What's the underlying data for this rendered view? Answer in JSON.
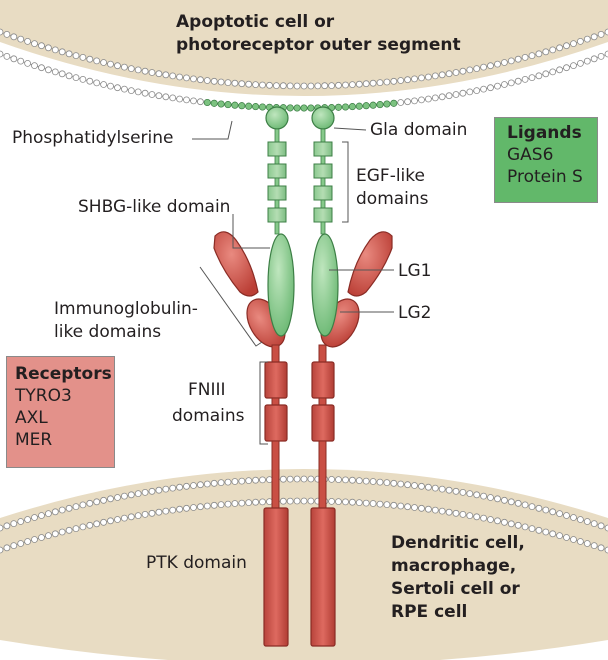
{
  "top_cell": {
    "line1": "Apoptotic cell or",
    "line2": "photoreceptor outer segment"
  },
  "bottom_cell": {
    "line1": "Dendritic cell,",
    "line2": "macrophage,",
    "line3": "Sertoli cell or",
    "line4": "RPE cell"
  },
  "labels": {
    "phosphatidylserine": "Phosphatidylserine",
    "gla_domain": "Gla domain",
    "egf_like_1": "EGF-like",
    "egf_like_2": "domains",
    "shbg": "SHBG-like domain",
    "lg1": "LG1",
    "lg2": "LG2",
    "ig_1": "Immunoglobulin-",
    "ig_2": "like domains",
    "fniii_1": "FNIII",
    "fniii_2": "domains",
    "ptk": "PTK domain"
  },
  "ligands_box": {
    "title": "Ligands",
    "items": [
      "GAS6",
      "Protein S"
    ]
  },
  "receptors_box": {
    "title": "Receptors",
    "items": [
      "TYRO3",
      "AXL",
      "MER"
    ]
  },
  "colors": {
    "membrane_fill": "#e8dcc3",
    "receptor_red": "#c94f44",
    "receptor_red_dark": "#8a2c25",
    "ligand_green": "#86c98a",
    "ligand_green_dark": "#3d7f46",
    "ligands_box_bg": "#62b86a",
    "receptors_box_bg": "#e3918a"
  }
}
